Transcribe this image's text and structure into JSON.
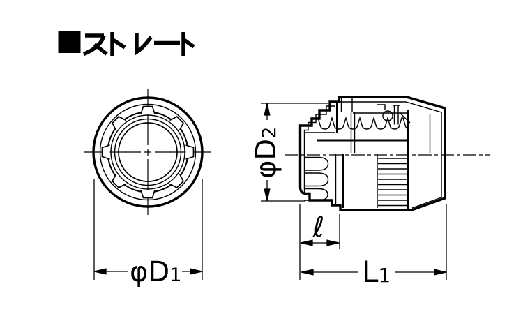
{
  "title": {
    "full": "■ストレート",
    "bullet": "■",
    "text": "ストレート"
  },
  "colors": {
    "line": "#000000",
    "background": "#ffffff"
  },
  "front_view": {
    "diameter_dimension": {
      "symbol": "φ",
      "letter": "D",
      "subscript": "1"
    }
  },
  "side_view": {
    "outer_diameter_dimension": {
      "symbol": "φ",
      "letter": "D",
      "subscript": "2"
    },
    "nut_length_dimension": {
      "symbol": "ℓ"
    },
    "overall_length_dimension": {
      "letter": "L",
      "subscript": "1"
    }
  }
}
